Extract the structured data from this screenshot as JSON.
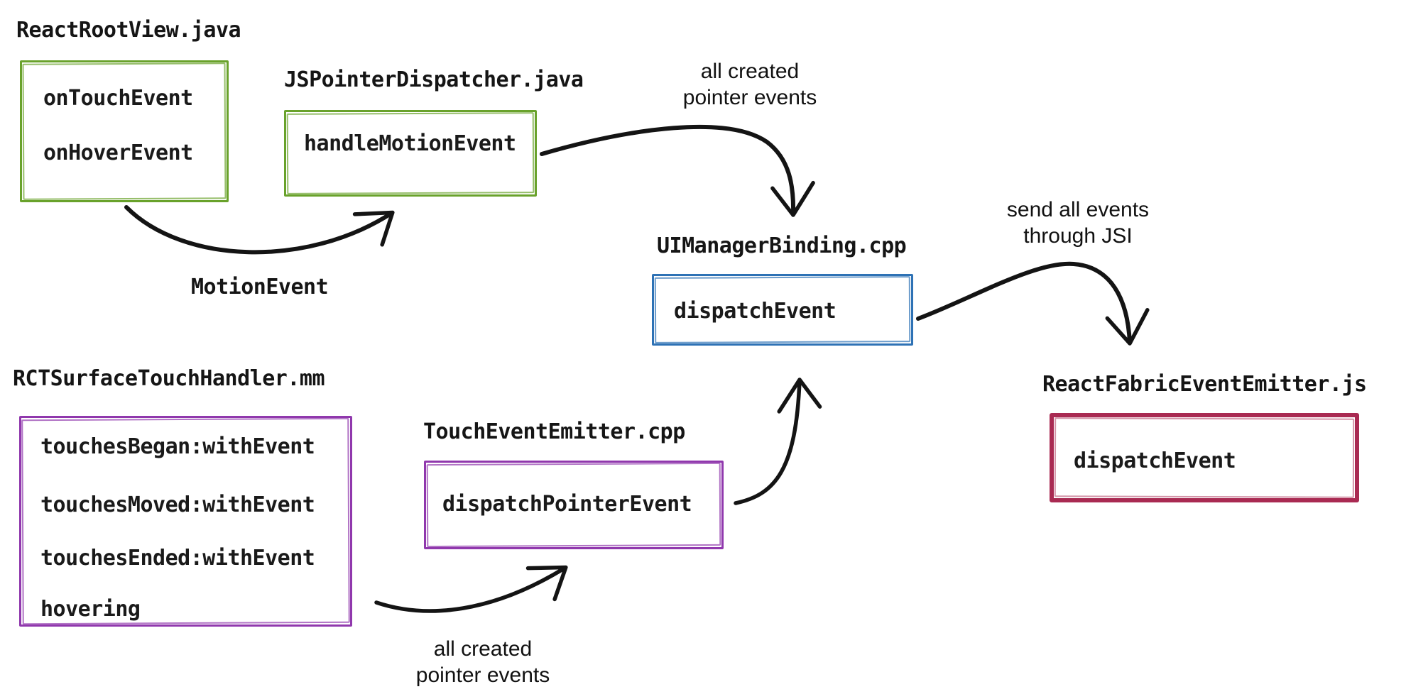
{
  "diagram": {
    "description_colors": {
      "android_java": "#69a22b",
      "cpp_binding": "#2e72b5",
      "js_emitter": "#a92a52",
      "ios_objc": "#9038ad",
      "arrow": "#141414"
    },
    "files": [
      {
        "name": "ReactRootView.java",
        "color": "#69a22b",
        "methods": [
          "onTouchEvent",
          "onHoverEvent"
        ]
      },
      {
        "name": "JSPointerDispatcher.java",
        "color": "#69a22b",
        "methods": [
          "handleMotionEvent"
        ]
      },
      {
        "name": "UIManagerBinding.cpp",
        "color": "#2e72b5",
        "methods": [
          "dispatchEvent"
        ]
      },
      {
        "name": "ReactFabricEventEmitter.js",
        "color": "#a92a52",
        "methods": [
          "dispatchEvent"
        ]
      },
      {
        "name": "RCTSurfaceTouchHandler.mm",
        "color": "#9038ad",
        "methods": [
          "touchesBegan:withEvent",
          "touchesMoved:withEvent",
          "touchesEnded:withEvent",
          "hovering"
        ]
      },
      {
        "name": "TouchEventEmitter.cpp",
        "color": "#9038ad",
        "methods": [
          "dispatchPointerEvent"
        ]
      }
    ],
    "edges": [
      {
        "from": "ReactRootView.java",
        "to": "JSPointerDispatcher.java",
        "label": "MotionEvent",
        "label_lines": [
          "MotionEvent"
        ]
      },
      {
        "from": "JSPointerDispatcher.java",
        "to": "UIManagerBinding.cpp",
        "label": "all created pointer events",
        "label_lines": [
          "all created",
          "pointer events"
        ]
      },
      {
        "from": "UIManagerBinding.cpp",
        "to": "ReactFabricEventEmitter.js",
        "label": "send all events through JSI",
        "label_lines": [
          "send all events",
          "through JSI"
        ]
      },
      {
        "from": "RCTSurfaceTouchHandler.mm",
        "to": "TouchEventEmitter.cpp",
        "label": "all created pointer events",
        "label_lines": [
          "all created",
          "pointer events"
        ]
      },
      {
        "from": "TouchEventEmitter.cpp",
        "to": "UIManagerBinding.cpp",
        "label": "",
        "label_lines": []
      }
    ]
  }
}
